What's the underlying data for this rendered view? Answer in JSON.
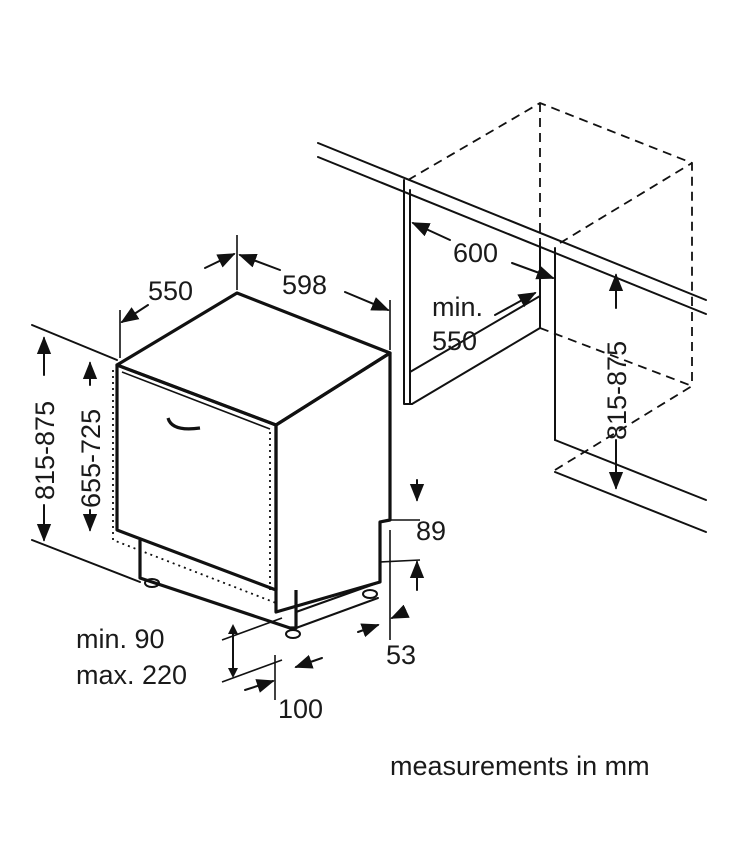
{
  "dimensions": {
    "depth": "550",
    "width": "598",
    "niche_width": "600",
    "niche_depth_line1": "min.",
    "niche_depth_line2": "550",
    "height_outer": "815-875",
    "height_door": "655-725",
    "niche_height": "815-875",
    "plinth_top": "89",
    "plinth_offset": "53",
    "plinth_height_line1": "min. 90",
    "plinth_height_line2": "max. 220",
    "plinth_depth": "100"
  },
  "caption": "measurements in mm"
}
